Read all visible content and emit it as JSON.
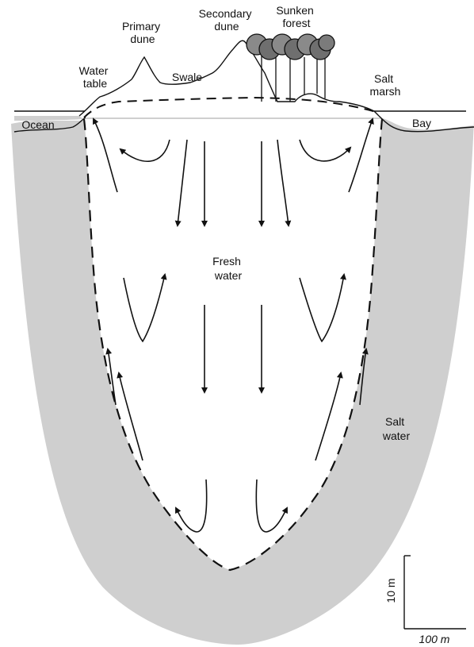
{
  "colors": {
    "salt_water": "#cfcfcf",
    "fresh_water": "#ffffff",
    "land": "#ffffff",
    "line": "#111111",
    "tree_canopy": "#6f6f6f"
  },
  "labels": {
    "primary_dune": [
      "Primary",
      "dune"
    ],
    "secondary_dune": [
      "Secondary",
      "dune"
    ],
    "sunken_forest": [
      "Sunken",
      "forest"
    ],
    "water_table": [
      "Water",
      "table"
    ],
    "swale": "Swale",
    "salt_marsh": [
      "Salt",
      "marsh"
    ],
    "ocean": "Ocean",
    "bay": "Bay",
    "fresh_water": [
      "Fresh",
      "water"
    ],
    "salt_water": [
      "Salt",
      "water"
    ]
  },
  "scale_bar": {
    "vertical": "10 m",
    "horizontal": "100 m"
  }
}
